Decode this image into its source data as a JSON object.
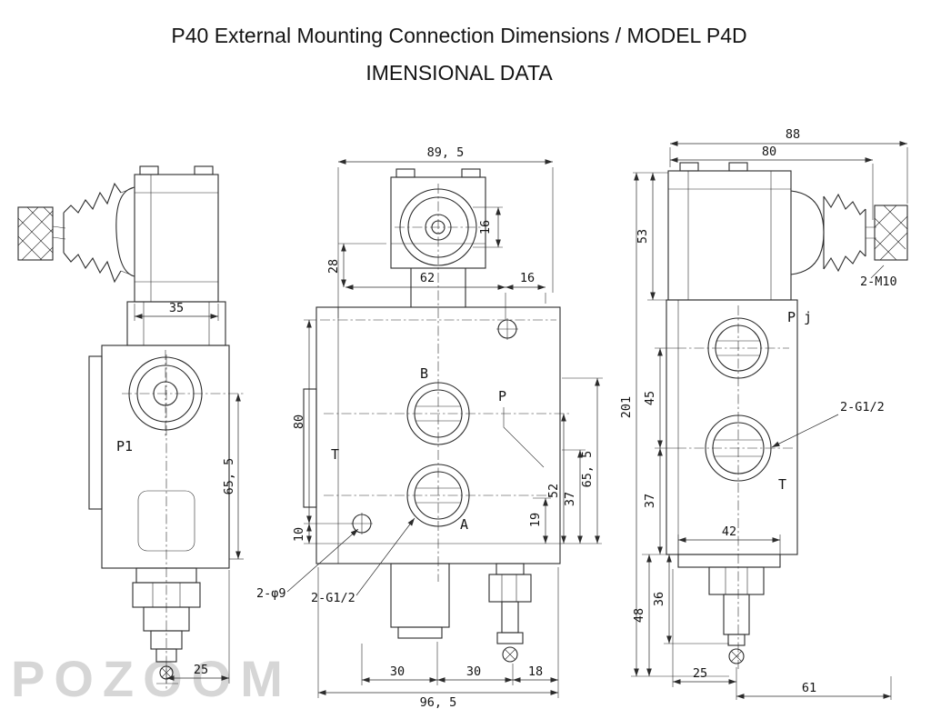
{
  "title": {
    "line1": "P40 External Mounting Connection Dimensions / MODEL P4D",
    "line2": "IMENSIONAL DATA"
  },
  "watermark": "POZOOM",
  "left_view": {
    "dim_35": "35",
    "dim_65_5": "65, 5",
    "dim_25": "25",
    "label_p1": "P1"
  },
  "middle_view": {
    "dim_89_5": "89, 5",
    "dim_16_top": "16",
    "dim_28": "28",
    "dim_62": "62",
    "dim_16_right": "16",
    "dim_80": "80",
    "dim_10": "10",
    "dim_52": "52",
    "dim_37": "37",
    "dim_19": "19",
    "dim_65_5": "65, 5",
    "dim_30_a": "30",
    "dim_30_b": "30",
    "dim_18": "18",
    "dim_96_5": "96, 5",
    "label_b": "B",
    "label_p": "P",
    "label_a": "A",
    "label_t": "T",
    "label_2_phi9": "2-φ9",
    "label_2_g12": "2-G1/2"
  },
  "right_view": {
    "dim_88": "88",
    "dim_80": "80",
    "dim_53": "53",
    "dim_201": "201",
    "dim_45": "45",
    "dim_37": "37",
    "dim_42": "42",
    "dim_48": "48",
    "dim_36": "36",
    "dim_25": "25",
    "dim_61": "61",
    "label_2_m10": "2-M10",
    "label_pj": "P j",
    "label_2_g12": "2-G1/2",
    "label_t": "T"
  }
}
